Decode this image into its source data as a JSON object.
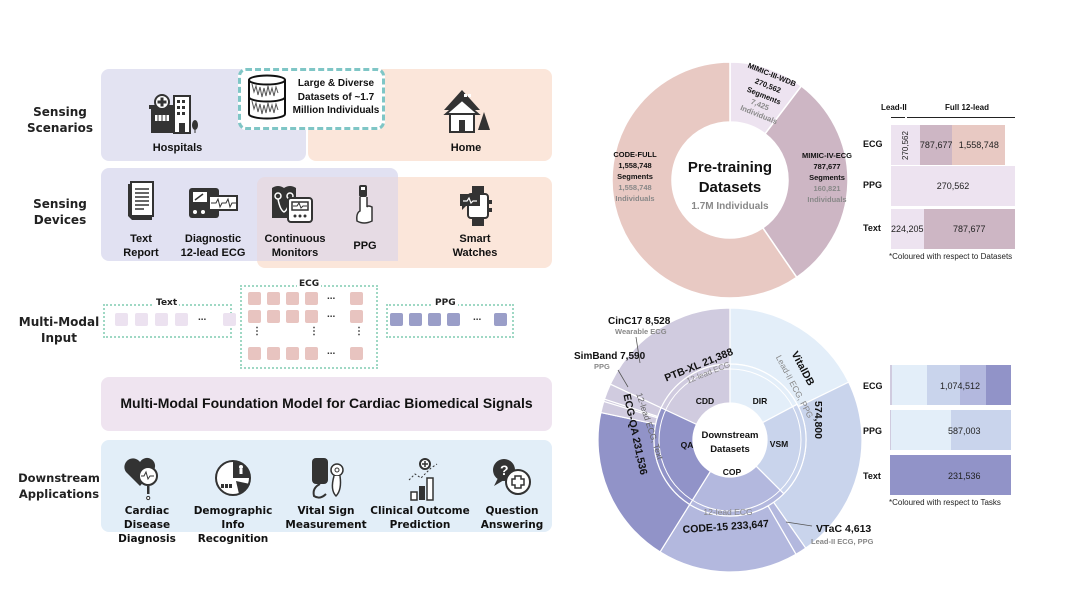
{
  "left": {
    "rows": {
      "sensing_scenarios": "Sensing\nScenarios",
      "sensing_devices": "Sensing\nDevices",
      "multimodal_input": "Multi-Modal\nInput",
      "downstream_applications": "Downstream\nApplications"
    },
    "scenarios": {
      "hospitals": "Hospitals",
      "home": "Home",
      "datasets_callout": "Large & Diverse\nDatasets of ~1.7\nMillion Individuals"
    },
    "devices": [
      {
        "label": "Text\nReport",
        "icon": "document-icon"
      },
      {
        "label": "Diagnostic\n12-lead ECG",
        "icon": "ecg-machine-icon"
      },
      {
        "label": "Continuous\nMonitors",
        "icon": "patient-monitor-icon"
      },
      {
        "label": "PPG",
        "icon": "finger-pulse-oximeter-icon"
      },
      {
        "label": "Smart\nWatches",
        "icon": "smartwatch-icon"
      }
    ],
    "inputs": {
      "text_title": "Text",
      "ecg_title": "ECG",
      "ppg_title": "PPG",
      "ellipsis": "...",
      "vdots": "⋮"
    },
    "model_title": "Multi-Modal Foundation Model for Cardiac Biomedical Signals",
    "applications": [
      {
        "label": "Cardiac Disease\nDiagnosis",
        "icon": "heart-magnifier-icon"
      },
      {
        "label": "Demographic\nInfo Recognition",
        "icon": "demographic-pie-icon"
      },
      {
        "label": "Vital Sign\nMeasurement",
        "icon": "blood-pressure-cuff-icon"
      },
      {
        "label": "Clinical Outcome\nPrediction",
        "icon": "outcome-chart-icon"
      },
      {
        "label": "Question\nAnswering",
        "icon": "question-chat-icon"
      }
    ]
  },
  "colors": {
    "hospital_panel": "#e3e3f2",
    "home_panel": "#fbe6da",
    "text_token": "#ece2f0",
    "ecg_token": "#e8c4c0",
    "ppg_token": "#9a9ec8",
    "model_panel": "#efe4f0",
    "apps_panel": "#e2eef8",
    "callout_border": "#7fc6c6",
    "code_full": "#e8c9c3",
    "mimic_iv": "#cdb6c4",
    "mimic_iii": "#ede3f0"
  },
  "chart_data": [
    {
      "type": "pie",
      "title": "Pre-training Datasets",
      "subtitle": "1.7M Individuals",
      "slices": [
        {
          "name": "MIMIC-III-WDB",
          "segments": 270562,
          "segments_label": "270,562",
          "individuals_label": "7,425",
          "color": "#ede3f0"
        },
        {
          "name": "MIMIC-IV-ECG",
          "segments": 787677,
          "segments_label": "787,677",
          "individuals_label": "160,821",
          "color": "#cdb6c4"
        },
        {
          "name": "CODE-FULL",
          "segments": 1558748,
          "segments_label": "1,558,748",
          "individuals_label": "1,558,748",
          "color": "#e8c9c3"
        }
      ],
      "unit_segments": "Segments",
      "unit_individuals": "Individuals"
    },
    {
      "type": "bar",
      "orientation": "horizontal-stacked",
      "note": "*Coloured with respect to Datasets",
      "header": {
        "lead_ii": "Lead-II",
        "full_12_lead": "Full 12-lead"
      },
      "rows": [
        {
          "label": "ECG",
          "segments": [
            {
              "value": 270562,
              "text": "270,562",
              "color": "#ede3f0",
              "vertical": true
            },
            {
              "value": 787677,
              "text": "787,677",
              "color": "#cdb6c4"
            },
            {
              "value": 1558748,
              "text": "1,558,748",
              "color": "#e8c9c3"
            }
          ]
        },
        {
          "label": "PPG",
          "segments": [
            {
              "value": 270562,
              "text": "270,562",
              "color": "#ede3f0"
            }
          ]
        },
        {
          "label": "Text",
          "segments": [
            {
              "value": 224205,
              "text": "224,205",
              "color": "#ede3f0"
            },
            {
              "value": 787677,
              "text": "787,677",
              "color": "#cdb6c4"
            }
          ]
        }
      ]
    },
    {
      "type": "pie",
      "subtype": "sunburst",
      "title": "Downstream\nDatasets",
      "inner": [
        {
          "name": "CDD",
          "full": "Cardiac Disease Diagnosis",
          "color": "#d0cbdf"
        },
        {
          "name": "DIR",
          "full": "Demographic Info Recognition",
          "color": "#e3eef9"
        },
        {
          "name": "VSM",
          "full": "Vital Sign Measurement",
          "color": "#c9d4ec"
        },
        {
          "name": "COP",
          "full": "Clinical Outcome Prediction",
          "color": "#b3b8de"
        },
        {
          "name": "QA",
          "full": "Question Answering",
          "color": "#9193c8"
        }
      ],
      "outer": [
        {
          "name": "PTB-XL",
          "value": 21388,
          "value_label": "21,388",
          "modality": "12-lead ECG",
          "task": "CDD",
          "color": "#d0cbdf"
        },
        {
          "name": "CinC17",
          "value": 8528,
          "value_label": "8,528",
          "modality": "Wearable ECG",
          "task": "CDD",
          "color": "#d0cbdf"
        },
        {
          "name": "SimBand",
          "value": 7590,
          "value_label": "7,590",
          "modality": "PPG",
          "task": "CDD",
          "color": "#d0cbdf"
        },
        {
          "name": "VitalDB",
          "value": 574800,
          "value_label": "574,800",
          "modality": "Lead-II ECG, PPG",
          "task": "DIR/VSM",
          "color": "#e3eef9"
        },
        {
          "name": "VTaC",
          "value": 4613,
          "value_label": "4,613",
          "modality": "Lead-II ECG, PPG",
          "task": "COP",
          "color": "#b3b8de"
        },
        {
          "name": "CODE-15",
          "value": 233647,
          "value_label": "233,647",
          "modality": "12-lead ECG",
          "task": "COP",
          "color": "#b3b8de"
        },
        {
          "name": "ECG-QA",
          "value": 231536,
          "value_label": "231,536",
          "modality": "12-lead ECG, Text",
          "task": "QA",
          "color": "#9193c8"
        }
      ]
    },
    {
      "type": "bar",
      "orientation": "horizontal-stacked",
      "note": "*Coloured with respect to Tasks",
      "rows": [
        {
          "label": "ECG",
          "total_label": "1,074,512",
          "segments": [
            {
              "color": "#d0cbdf",
              "value": 2
            },
            {
              "color": "#e3eef9",
              "value": 29
            },
            {
              "color": "#c9d4ec",
              "value": 28
            },
            {
              "color": "#b3b8de",
              "value": 22
            },
            {
              "color": "#9193c8",
              "value": 21
            }
          ]
        },
        {
          "label": "PPG",
          "total_label": "587,003",
          "segments": [
            {
              "color": "#d0cbdf",
              "value": 1
            },
            {
              "color": "#e3eef9",
              "value": 50
            },
            {
              "color": "#c9d4ec",
              "value": 50
            }
          ]
        },
        {
          "label": "Text",
          "total_label": "231,536",
          "segments": [
            {
              "color": "#9193c8",
              "value": 100
            }
          ]
        }
      ]
    }
  ]
}
